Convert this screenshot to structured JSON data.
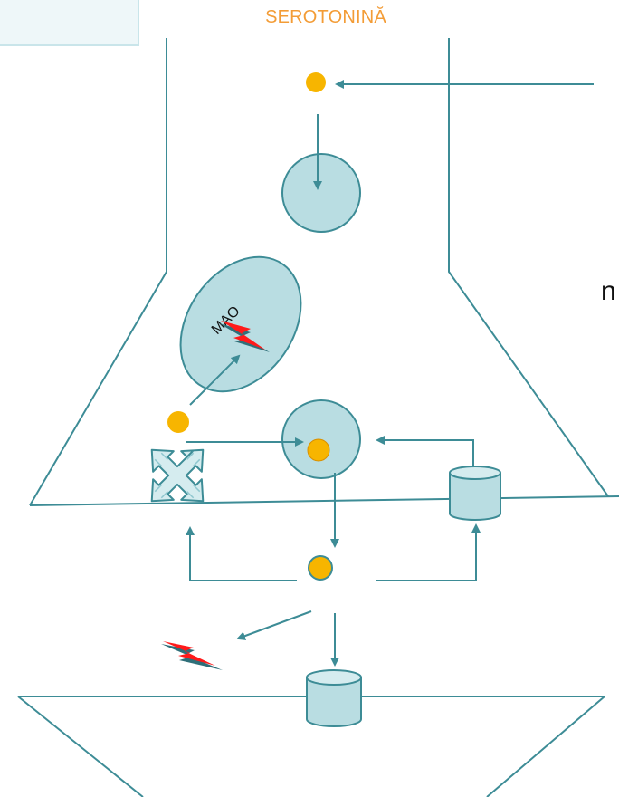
{
  "diagram": {
    "title": "SEROTONINĂ",
    "mao_label": "MAO",
    "cut_letter": "n",
    "colors": {
      "line": "#3d8c96",
      "fill": "#b9dde2",
      "serotonin": "#f7b500",
      "serotonin_border": "#d98f00",
      "title": "#f39c36",
      "lightning_red": "#ff1a1a",
      "lightning_dark": "#2f6f79"
    },
    "icons": [
      "serotonin-molecule-icon",
      "vesicle-icon",
      "mao-enzyme-icon",
      "lightning-icon",
      "transporter-icon",
      "receptor-cylinder-icon"
    ]
  }
}
